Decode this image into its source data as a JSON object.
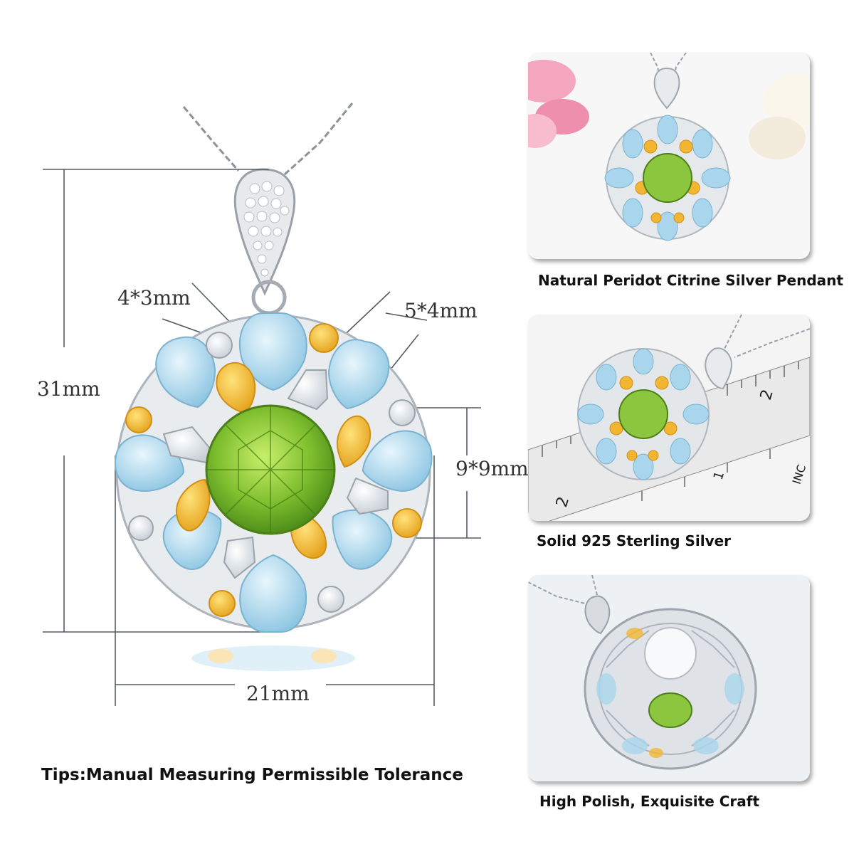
{
  "measurements": {
    "height": "31mm",
    "width": "21mm",
    "center_stone": "9*9mm",
    "small_stone": "4*3mm",
    "pear_stone": "5*4mm"
  },
  "tips": "Tips:Manual Measuring Permissible Tolerance",
  "thumbnails": [
    {
      "caption": "Natural Peridot Citrine Silver Pendant"
    },
    {
      "caption": "Solid 925 Sterling Silver"
    },
    {
      "caption": "High Polish, Exquisite Craft"
    }
  ],
  "ruler_labels": [
    "2",
    "1",
    "2",
    "INC"
  ],
  "colors": {
    "peridot": "#8cc63f",
    "citrine": "#f2b632",
    "blue_topaz": "#a9d6ec",
    "white_topaz": "#eef2f5",
    "silver": "#c9ccd1"
  }
}
